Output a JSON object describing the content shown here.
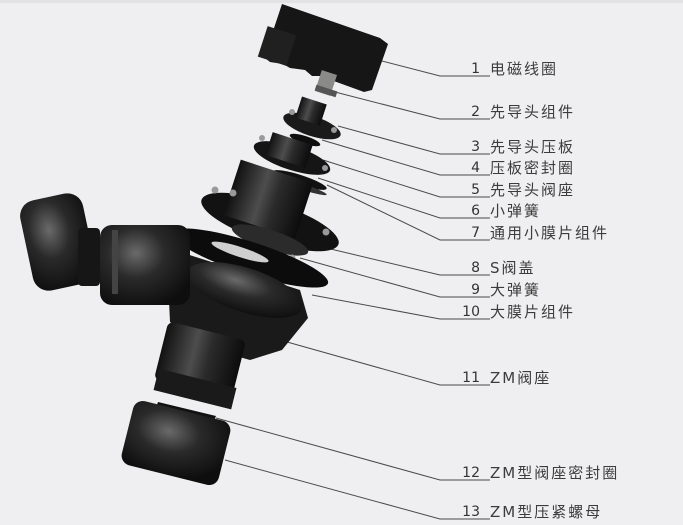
{
  "diagram": {
    "type": "exploded-view",
    "subject": "pulse valve assembly",
    "colors": {
      "background": "#efeff1",
      "part_fill": "#1c1c1c",
      "leader_line": "#4a4a4a",
      "label_text": "#3c3c3c"
    },
    "parts": [
      {
        "num": "1",
        "name": "电磁线圈"
      },
      {
        "num": "2",
        "name": "先导头组件"
      },
      {
        "num": "3",
        "name": "先导头压板"
      },
      {
        "num": "4",
        "name": "压板密封圈"
      },
      {
        "num": "5",
        "name": "先导头阀座"
      },
      {
        "num": "6",
        "name": "小弹簧"
      },
      {
        "num": "7",
        "name": "通用小膜片组件"
      },
      {
        "num": "8",
        "name": "S阀盖"
      },
      {
        "num": "9",
        "name": "大弹簧"
      },
      {
        "num": "10",
        "name": "大膜片组件"
      },
      {
        "num": "11",
        "name": "ZM阀座"
      },
      {
        "num": "12",
        "name": "ZM型阀座密封圈"
      },
      {
        "num": "13",
        "name": "ZM型压紧螺母"
      }
    ]
  }
}
